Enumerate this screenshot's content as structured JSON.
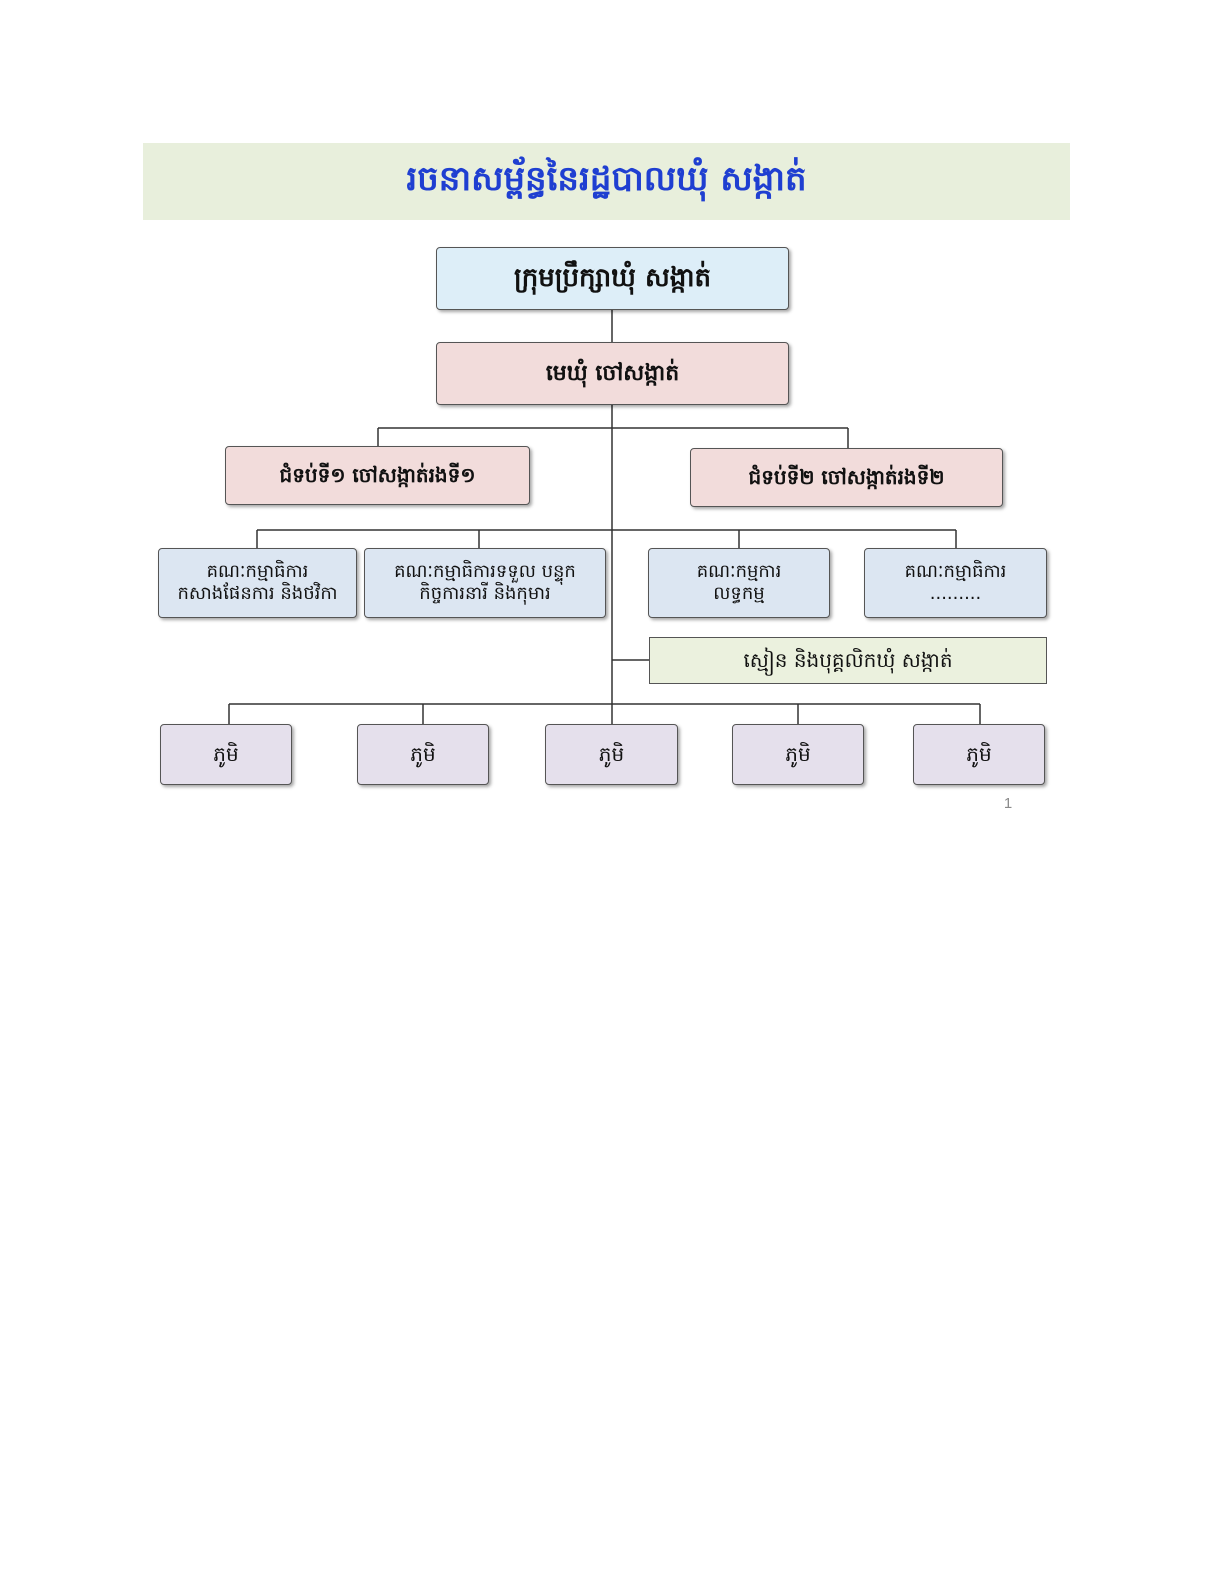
{
  "title": "រចនាសម្ព័ន្ធនៃរដ្ឋបាលឃុំ សង្កាត់",
  "council": {
    "label": "ក្រុមប្រឹក្សាឃុំ សង្កាត់"
  },
  "chief": {
    "label": "មេឃុំ ចៅសង្កាត់"
  },
  "deputies": [
    {
      "label": "ជំទប់ទី១ ចៅសង្កាត់រងទី១"
    },
    {
      "label": "ជំទប់ទី២ ចៅសង្កាត់រងទី២"
    }
  ],
  "committees": [
    {
      "line1": "គណៈកម្មាធិការ",
      "line2": "កសាងផែនការ និងថវិកា"
    },
    {
      "line1": "គណៈកម្មាធិការទទួល បន្ទុក",
      "line2": "កិច្ចការនារី និងកុមារ"
    },
    {
      "line1": "គណៈកម្មការ",
      "line2": "លទ្ធកម្ម"
    },
    {
      "line1": "គណៈកម្មាធិការ",
      "line2": "........."
    }
  ],
  "clerk": {
    "label": "ស្មៀន និងបុគ្គលិកឃុំ សង្កាត់"
  },
  "villages": [
    {
      "label": "ភូមិ"
    },
    {
      "label": "ភូមិ"
    },
    {
      "label": "ភូមិ"
    },
    {
      "label": "ភូមិ"
    },
    {
      "label": "ភូមិ"
    }
  ],
  "page_number": "1",
  "colors": {
    "title_text": "#1f3fd1",
    "title_band": "#e8efdc",
    "council_fill": "#ddeef8",
    "chief_fill": "#f2dcdb",
    "committee_fill": "#dce6f2",
    "clerk_fill": "#ebf1de",
    "village_fill": "#e5e0ec",
    "connector": "#333333"
  }
}
